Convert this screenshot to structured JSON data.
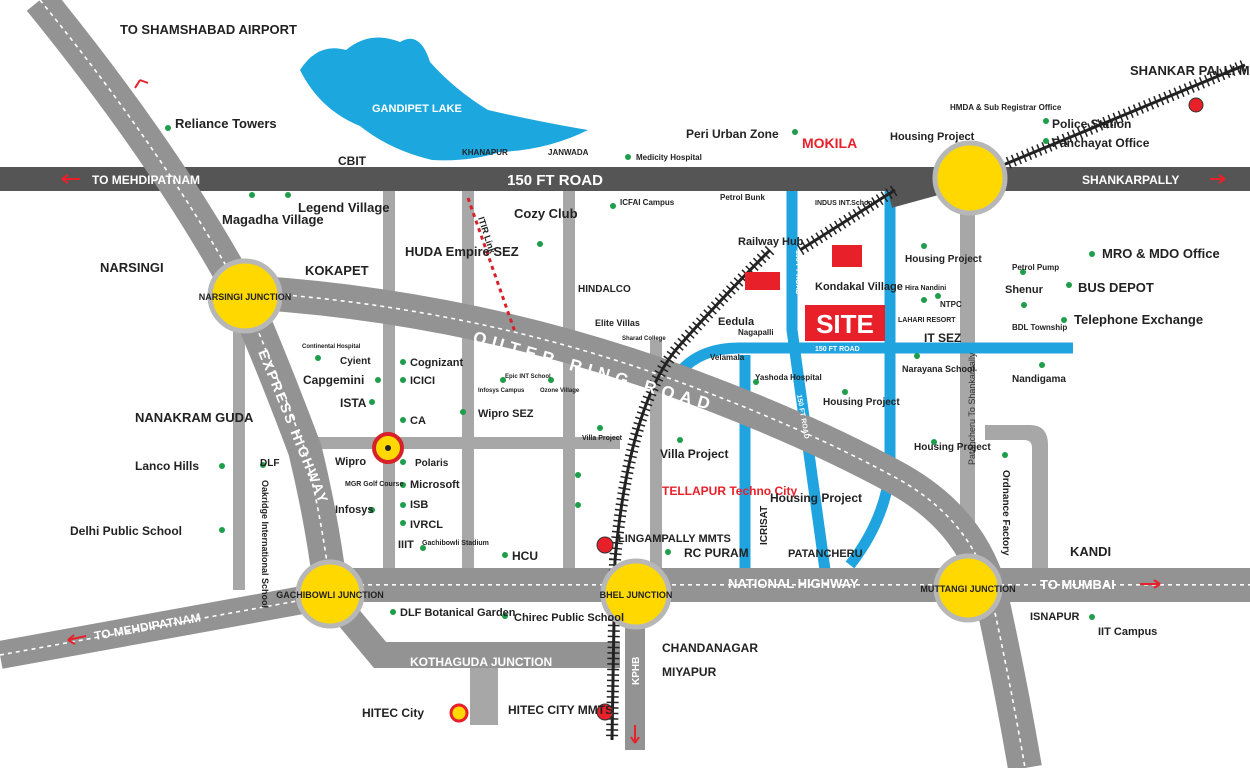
{
  "roads": {
    "airport": "TO SHAMSHABAD AIRPORT",
    "road_150ft": "150 FT ROAD",
    "to_mehdipatnam_top": "TO MEHDIPATNAM",
    "shankarpally_road": "SHANKARPALLY",
    "outer_ring_road": "OUTER RING ROAD",
    "express_highway": "EXPRESS HIGHWAY",
    "national_highway": "NATIONAL HIGHWAY",
    "to_mumbai": "TO MUMBAI",
    "to_mehdipatnam_bottom": "TO MEHDIPATNAM",
    "kothaguda": "KOTHAGUDA JUNCTION",
    "kphb": "KPHB",
    "road_100ft": "100 FT ROAD",
    "road_150ft_blue": "150 FT ROAD",
    "road_150ft_vertical": "150 FT ROAD",
    "road_150ft_site": "150 FT ROAD",
    "itir_link": "ITIR Link",
    "patancheru_to_shankarpally": "Patancheru To Shankarpally"
  },
  "junctions": {
    "narsingi": "NARSINGI JUNCTION",
    "gachibowli": "GACHIBOWLI JUNCTION",
    "bhel": "BHEL JUNCTION",
    "muttangi": "MUTTANGI JUNCTION"
  },
  "site": "SITE",
  "places": {
    "gandipet": "GANDIPET LAKE",
    "reliance": "Reliance Towers",
    "cbit": "CBIT",
    "khanapur": "KHANAPUR",
    "janwada": "JANWADA",
    "medicity": "Medicity Hospital",
    "peri_urban": "Peri Urban Zone",
    "mokila": "MOKILA",
    "housing_project_top": "Housing Project",
    "hmda": "HMDA & Sub Registrar Office",
    "shankar_palli": "SHANKAR PALLI MMTS",
    "police": "Police Station",
    "panchayat": "Panchayat Office",
    "magadha": "Magadha Village",
    "legend": "Legend Village",
    "cozy": "Cozy Club",
    "icfai": "ICFAI Campus",
    "petrol_bunk": "Petrol Bunk",
    "indus": "INDUS INT.School",
    "narsingi": "NARSINGI",
    "kokapet": "KOKAPET",
    "huda": "HUDA Empire SEZ",
    "hindalco": "HINDALCO",
    "railway_hub": "Railway Hub",
    "kondakal": "Kondakal Village",
    "housing_project_right": "Housing Project",
    "petrol_pump": "Petrol Pump",
    "shenur": "Shenur",
    "mro": "MRO & MDO Office",
    "bus_depot": "BUS DEPOT",
    "hira": "Hira Nandini",
    "ntpc": "NTPC",
    "lahari": "LAHARI RESORT",
    "bdl": "BDL Township",
    "telephone": "Telephone Exchange",
    "elite": "Elite Villas",
    "sharad": "Sharad College",
    "eedula": "Eedula",
    "nagapalli": "Nagapalli",
    "it_sez": "IT SEZ",
    "velamala": "Velamala",
    "narayana": "Narayana School",
    "nandigama": "Nandigama",
    "continental": "Continental Hospital",
    "cyient": "Cyient",
    "cognizant": "Cognizant",
    "capgemini": "Capgemini",
    "icici": "ICICI",
    "epic": "Epic INT School",
    "infosys_bpo": "Infosys Campus",
    "ozone": "Ozone Village",
    "yashoda": "Yashoda Hospital",
    "housing_project_mid": "Housing Project",
    "nanakram": "NANAKRAM GUDA",
    "ista": "ISTA",
    "ca": "CA",
    "wipro_sez": "Wipro SEZ",
    "housing_project_lower": "Housing Project",
    "ordnance": "Ordnance Factory",
    "lanco": "Lanco Hills",
    "dlf_left": "DLF",
    "oakridge": "Oakridge International School",
    "wipro": "Wipro",
    "polaris": "Polaris",
    "villa_project_small": "Villa Project",
    "villa_project": "Villa Project",
    "mgr": "MGR Golf Course",
    "microsoft": "Microsoft",
    "infosys": "Infosys",
    "isb": "ISB",
    "tellapur": "TELLAPUR Techno City",
    "housing_project_tellapur": "Housing Project",
    "delhi_public": "Delhi Public School",
    "ivrcl": "IVRCL",
    "iiit": "IIIT",
    "gachibowli_stadium": "Gachibowli Stadium",
    "hcu": "HCU",
    "lingampally": "LINGAMPALLY MMTS",
    "rc_puram": "RC PURAM",
    "icrisat": "ICRISAT",
    "patancheru": "PATANCHERU",
    "kandi": "KANDI",
    "dlf_botanical": "DLF Botanical Garden",
    "chirec": "Chirec Public School",
    "chandanagar": "CHANDANAGAR",
    "miyapur": "MIYAPUR",
    "isnapur": "ISNAPUR",
    "iit_campus": "IIT Campus",
    "hitec_city": "HITEC City",
    "hitec_mmts": "HITEC CITY MMTS"
  },
  "colors": {
    "road": "#939393",
    "lake": "#1ca7df",
    "blue_road": "#1fa4e0",
    "junction": "#ffd800",
    "site": "#e8202a",
    "dot": "#1e9e4a"
  }
}
